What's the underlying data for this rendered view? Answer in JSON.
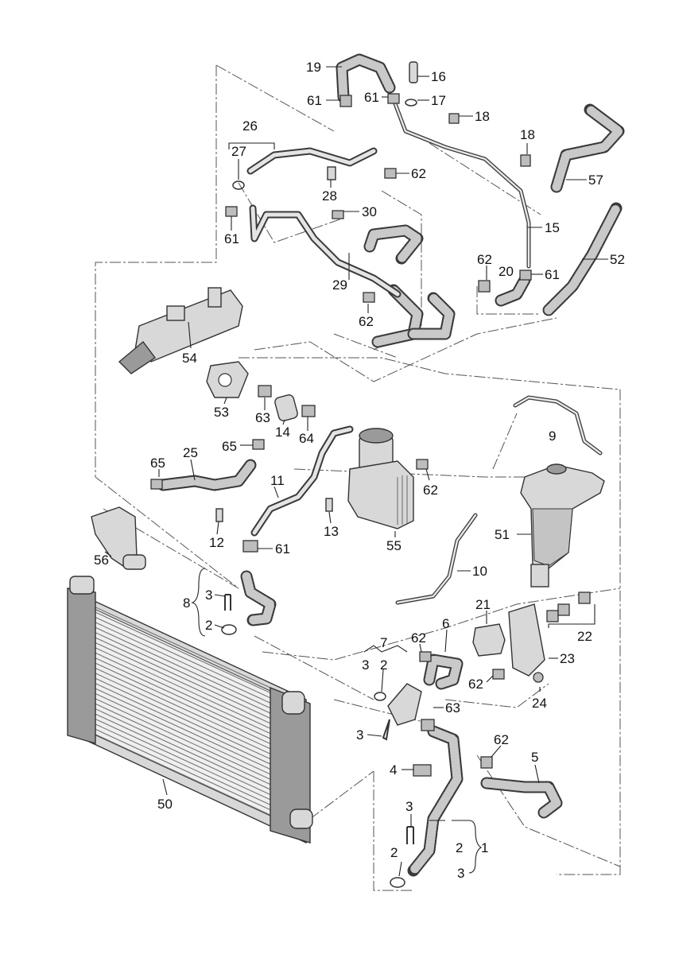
{
  "callouts": [
    {
      "id": "c-19",
      "text": "19"
    },
    {
      "id": "c-16",
      "text": "16"
    },
    {
      "id": "c-61a",
      "text": "61"
    },
    {
      "id": "c-61b",
      "text": "61"
    },
    {
      "id": "c-17",
      "text": "17"
    },
    {
      "id": "c-18a",
      "text": "18"
    },
    {
      "id": "c-26",
      "text": "26"
    },
    {
      "id": "c-27",
      "text": "27"
    },
    {
      "id": "c-18b",
      "text": "18"
    },
    {
      "id": "c-62a",
      "text": "62"
    },
    {
      "id": "c-57",
      "text": "57"
    },
    {
      "id": "c-28",
      "text": "28"
    },
    {
      "id": "c-30",
      "text": "30"
    },
    {
      "id": "c-61c",
      "text": "61"
    },
    {
      "id": "c-15",
      "text": "15"
    },
    {
      "id": "c-52",
      "text": "52"
    },
    {
      "id": "c-62b",
      "text": "62"
    },
    {
      "id": "c-20",
      "text": "20"
    },
    {
      "id": "c-61d",
      "text": "61"
    },
    {
      "id": "c-29",
      "text": "29"
    },
    {
      "id": "c-62c",
      "text": "62"
    },
    {
      "id": "c-54",
      "text": "54"
    },
    {
      "id": "c-53",
      "text": "53"
    },
    {
      "id": "c-63a",
      "text": "63"
    },
    {
      "id": "c-14",
      "text": "14"
    },
    {
      "id": "c-64",
      "text": "64"
    },
    {
      "id": "c-9",
      "text": "9"
    },
    {
      "id": "c-65a",
      "text": "65"
    },
    {
      "id": "c-25",
      "text": "25"
    },
    {
      "id": "c-65b",
      "text": "65"
    },
    {
      "id": "c-62d",
      "text": "62"
    },
    {
      "id": "c-11",
      "text": "11"
    },
    {
      "id": "c-13",
      "text": "13"
    },
    {
      "id": "c-12",
      "text": "12"
    },
    {
      "id": "c-51",
      "text": "51"
    },
    {
      "id": "c-56",
      "text": "56"
    },
    {
      "id": "c-61e",
      "text": "61"
    },
    {
      "id": "c-55",
      "text": "55"
    },
    {
      "id": "c-10",
      "text": "10"
    },
    {
      "id": "c-8",
      "text": "8"
    },
    {
      "id": "c-3a",
      "text": "3"
    },
    {
      "id": "c-2a",
      "text": "2"
    },
    {
      "id": "c-21",
      "text": "21"
    },
    {
      "id": "c-7",
      "text": "7"
    },
    {
      "id": "c-62e",
      "text": "62"
    },
    {
      "id": "c-6",
      "text": "6"
    },
    {
      "id": "c-22",
      "text": "22"
    },
    {
      "id": "c-3b",
      "text": "3"
    },
    {
      "id": "c-2b",
      "text": "2"
    },
    {
      "id": "c-23",
      "text": "23"
    },
    {
      "id": "c-62f",
      "text": "62"
    },
    {
      "id": "c-24",
      "text": "24"
    },
    {
      "id": "c-63b",
      "text": "63"
    },
    {
      "id": "c-3c",
      "text": "3"
    },
    {
      "id": "c-62g",
      "text": "62"
    },
    {
      "id": "c-4",
      "text": "4"
    },
    {
      "id": "c-5",
      "text": "5"
    },
    {
      "id": "c-50",
      "text": "50"
    },
    {
      "id": "c-3d",
      "text": "3"
    },
    {
      "id": "c-2c",
      "text": "2"
    },
    {
      "id": "c-1",
      "text": "1"
    },
    {
      "id": "c-2d",
      "text": "2"
    },
    {
      "id": "c-3e",
      "text": "3"
    }
  ]
}
